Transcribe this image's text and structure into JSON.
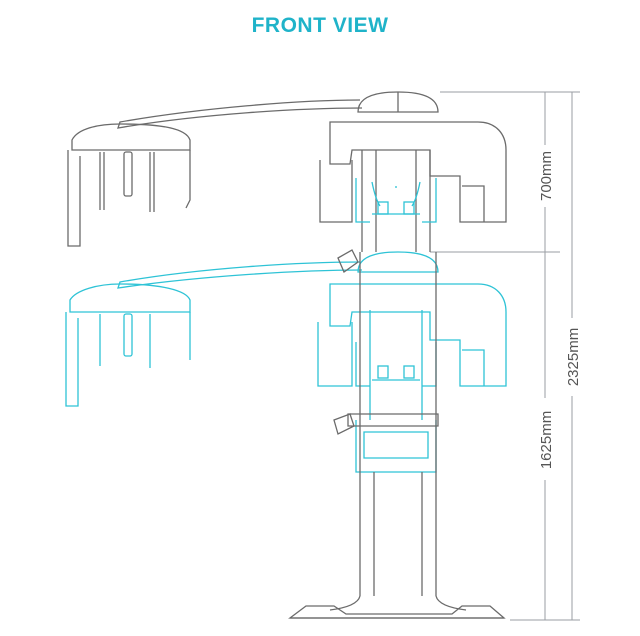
{
  "title": "FRONT VIEW",
  "dimensions": {
    "top_section": "700mm",
    "total_height": "2325mm",
    "lower_height": "1625mm"
  },
  "colors": {
    "title": "#1fb3c9",
    "outline": "#6b6b6b",
    "accent": "#2ec3d6",
    "dim_line": "#9a9ea3",
    "dim_text": "#555555"
  }
}
